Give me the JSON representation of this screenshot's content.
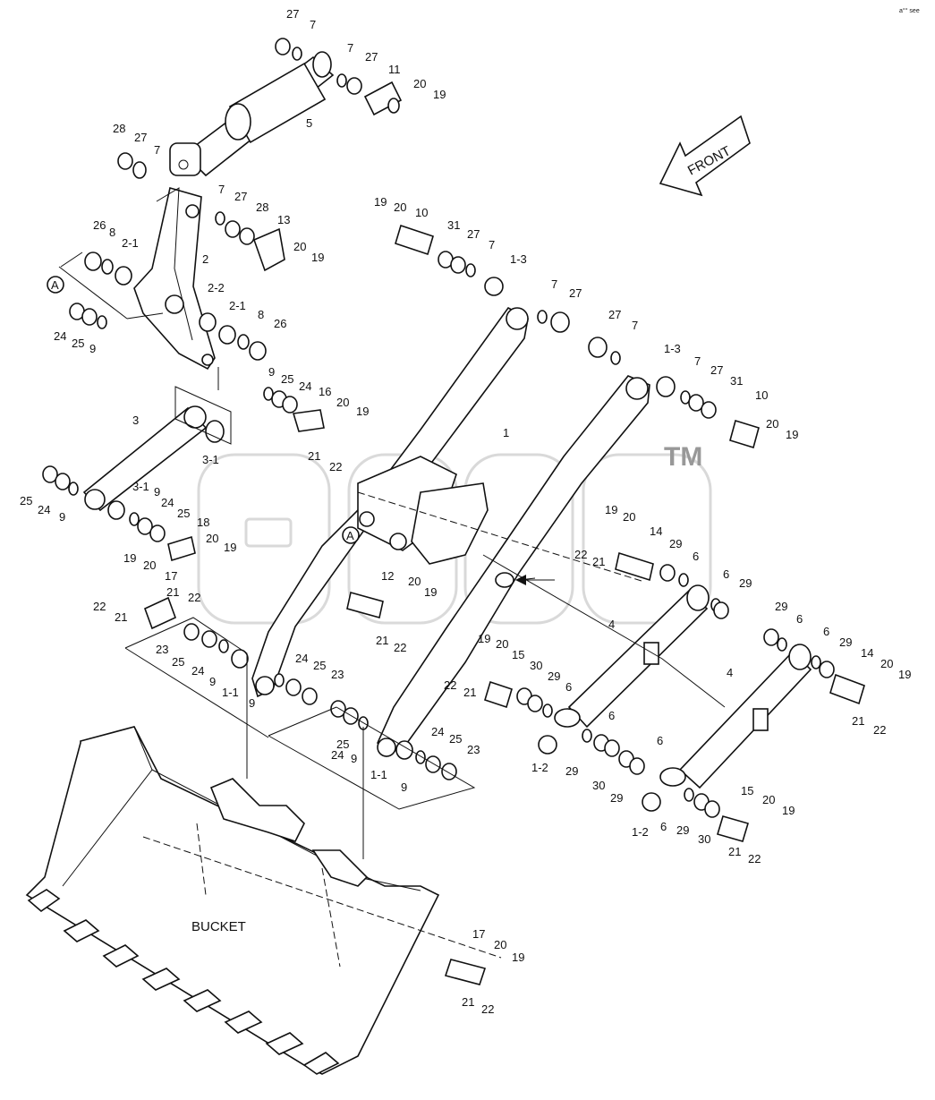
{
  "diagram": {
    "front_label": "FRONT",
    "bucket_label": "BUCKET",
    "corner_mark": "a°° see",
    "watermark_tm": "TM",
    "callouts": [
      {
        "text": "27"
      },
      {
        "text": "7"
      },
      {
        "text": "7"
      },
      {
        "text": "27"
      },
      {
        "text": "11"
      },
      {
        "text": "20"
      },
      {
        "text": "19"
      },
      {
        "text": "5"
      },
      {
        "text": "28"
      },
      {
        "text": "27"
      },
      {
        "text": "7"
      },
      {
        "text": "7"
      },
      {
        "text": "27"
      },
      {
        "text": "28"
      },
      {
        "text": "13"
      },
      {
        "text": "20"
      },
      {
        "text": "19"
      },
      {
        "text": "19"
      },
      {
        "text": "20"
      },
      {
        "text": "10"
      },
      {
        "text": "31"
      },
      {
        "text": "27"
      },
      {
        "text": "7"
      },
      {
        "text": "1-3"
      },
      {
        "text": "26"
      },
      {
        "text": "8"
      },
      {
        "text": "2-1"
      },
      {
        "text": "2"
      },
      {
        "text": "2-2"
      },
      {
        "text": "2-1"
      },
      {
        "text": "8"
      },
      {
        "text": "26"
      },
      {
        "text": "24"
      },
      {
        "text": "25"
      },
      {
        "text": "9"
      },
      {
        "text": "7"
      },
      {
        "text": "27"
      },
      {
        "text": "27"
      },
      {
        "text": "7"
      },
      {
        "text": "9"
      },
      {
        "text": "25"
      },
      {
        "text": "24"
      },
      {
        "text": "16"
      },
      {
        "text": "20"
      },
      {
        "text": "19"
      },
      {
        "text": "21"
      },
      {
        "text": "22"
      },
      {
        "text": "1-3"
      },
      {
        "text": "7"
      },
      {
        "text": "27"
      },
      {
        "text": "31"
      },
      {
        "text": "10"
      },
      {
        "text": "20"
      },
      {
        "text": "19"
      },
      {
        "text": "3"
      },
      {
        "text": "3-1"
      },
      {
        "text": "1"
      },
      {
        "text": "25"
      },
      {
        "text": "24"
      },
      {
        "text": "9"
      },
      {
        "text": "3-1"
      },
      {
        "text": "9"
      },
      {
        "text": "24"
      },
      {
        "text": "25"
      },
      {
        "text": "18"
      },
      {
        "text": "20"
      },
      {
        "text": "19"
      },
      {
        "text": "21"
      },
      {
        "text": "22"
      },
      {
        "text": "19"
      },
      {
        "text": "20"
      },
      {
        "text": "17"
      },
      {
        "text": "22"
      },
      {
        "text": "21"
      },
      {
        "text": "19"
      },
      {
        "text": "20"
      },
      {
        "text": "22"
      },
      {
        "text": "21"
      },
      {
        "text": "14"
      },
      {
        "text": "29"
      },
      {
        "text": "6"
      },
      {
        "text": "6"
      },
      {
        "text": "29"
      },
      {
        "text": "12"
      },
      {
        "text": "20"
      },
      {
        "text": "19"
      },
      {
        "text": "21"
      },
      {
        "text": "22"
      },
      {
        "text": "23"
      },
      {
        "text": "25"
      },
      {
        "text": "24"
      },
      {
        "text": "9"
      },
      {
        "text": "1-1"
      },
      {
        "text": "24"
      },
      {
        "text": "25"
      },
      {
        "text": "23"
      },
      {
        "text": "9"
      },
      {
        "text": "4"
      },
      {
        "text": "29"
      },
      {
        "text": "6"
      },
      {
        "text": "6"
      },
      {
        "text": "29"
      },
      {
        "text": "14"
      },
      {
        "text": "20"
      },
      {
        "text": "19"
      },
      {
        "text": "21"
      },
      {
        "text": "22"
      },
      {
        "text": "4"
      },
      {
        "text": "19"
      },
      {
        "text": "20"
      },
      {
        "text": "15"
      },
      {
        "text": "22"
      },
      {
        "text": "21"
      },
      {
        "text": "30"
      },
      {
        "text": "29"
      },
      {
        "text": "6"
      },
      {
        "text": "6"
      },
      {
        "text": "25"
      },
      {
        "text": "24"
      },
      {
        "text": "9"
      },
      {
        "text": "24"
      },
      {
        "text": "25"
      },
      {
        "text": "23"
      },
      {
        "text": "1-1"
      },
      {
        "text": "9"
      },
      {
        "text": "1-2"
      },
      {
        "text": "29"
      },
      {
        "text": "30"
      },
      {
        "text": "29"
      },
      {
        "text": "6"
      },
      {
        "text": "6"
      },
      {
        "text": "1-2"
      },
      {
        "text": "29"
      },
      {
        "text": "30"
      },
      {
        "text": "15"
      },
      {
        "text": "20"
      },
      {
        "text": "19"
      },
      {
        "text": "21"
      },
      {
        "text": "22"
      },
      {
        "text": "17"
      },
      {
        "text": "20"
      },
      {
        "text": "19"
      },
      {
        "text": "21"
      },
      {
        "text": "22"
      },
      {
        "text": "A"
      },
      {
        "text": "A"
      }
    ]
  }
}
